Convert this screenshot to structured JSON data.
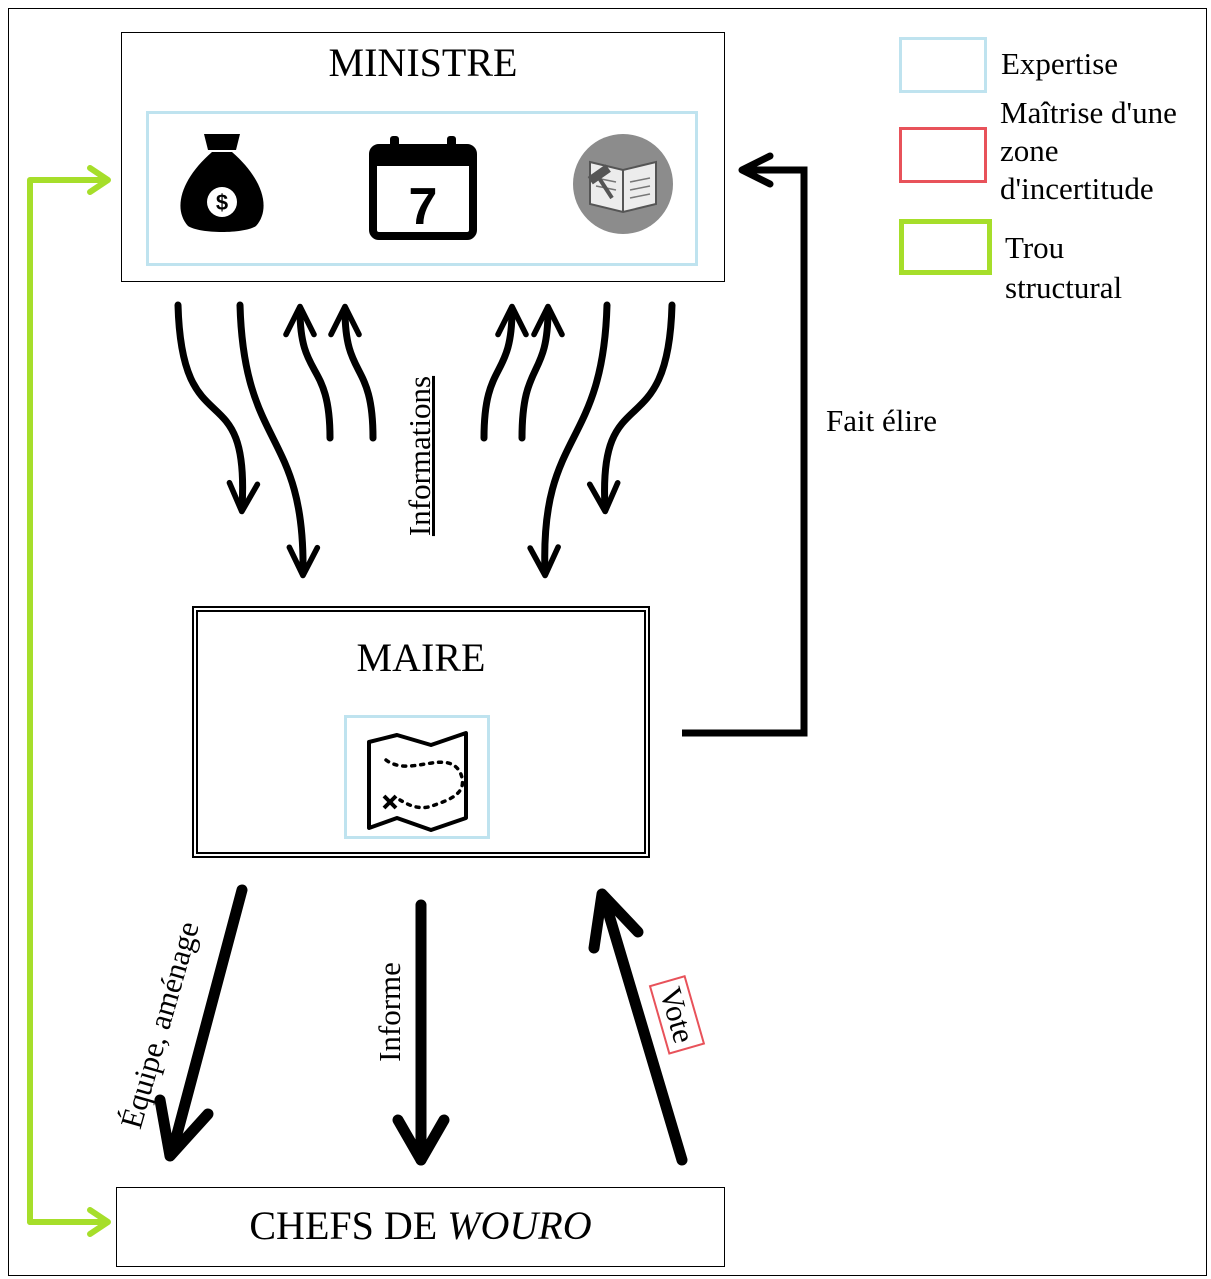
{
  "ministre": {
    "title": "MINISTRE",
    "icons": [
      "money-bag-icon",
      "calendar-icon",
      "law-book-gavel-icon"
    ],
    "calendar_day": "7",
    "money_symbol": "$"
  },
  "maire": {
    "title": "MAIRE",
    "icons": [
      "treasure-map-icon"
    ]
  },
  "chefs": {
    "title_prefix": "CHEFS DE ",
    "title_italic": "WOURO"
  },
  "legend": [
    {
      "label": "Expertise",
      "color": "#bfe3ef"
    },
    {
      "label": "Maîtrise d'une zone d'incertitude",
      "color": "#e8525a"
    },
    {
      "label": "Trou structural",
      "color": "#a6de2a"
    }
  ],
  "edges": {
    "informations": "Informations",
    "fait_elire": "Fait élire",
    "equipe": "Équipe, aménage",
    "informe": "Informe",
    "vote": "Vote"
  }
}
